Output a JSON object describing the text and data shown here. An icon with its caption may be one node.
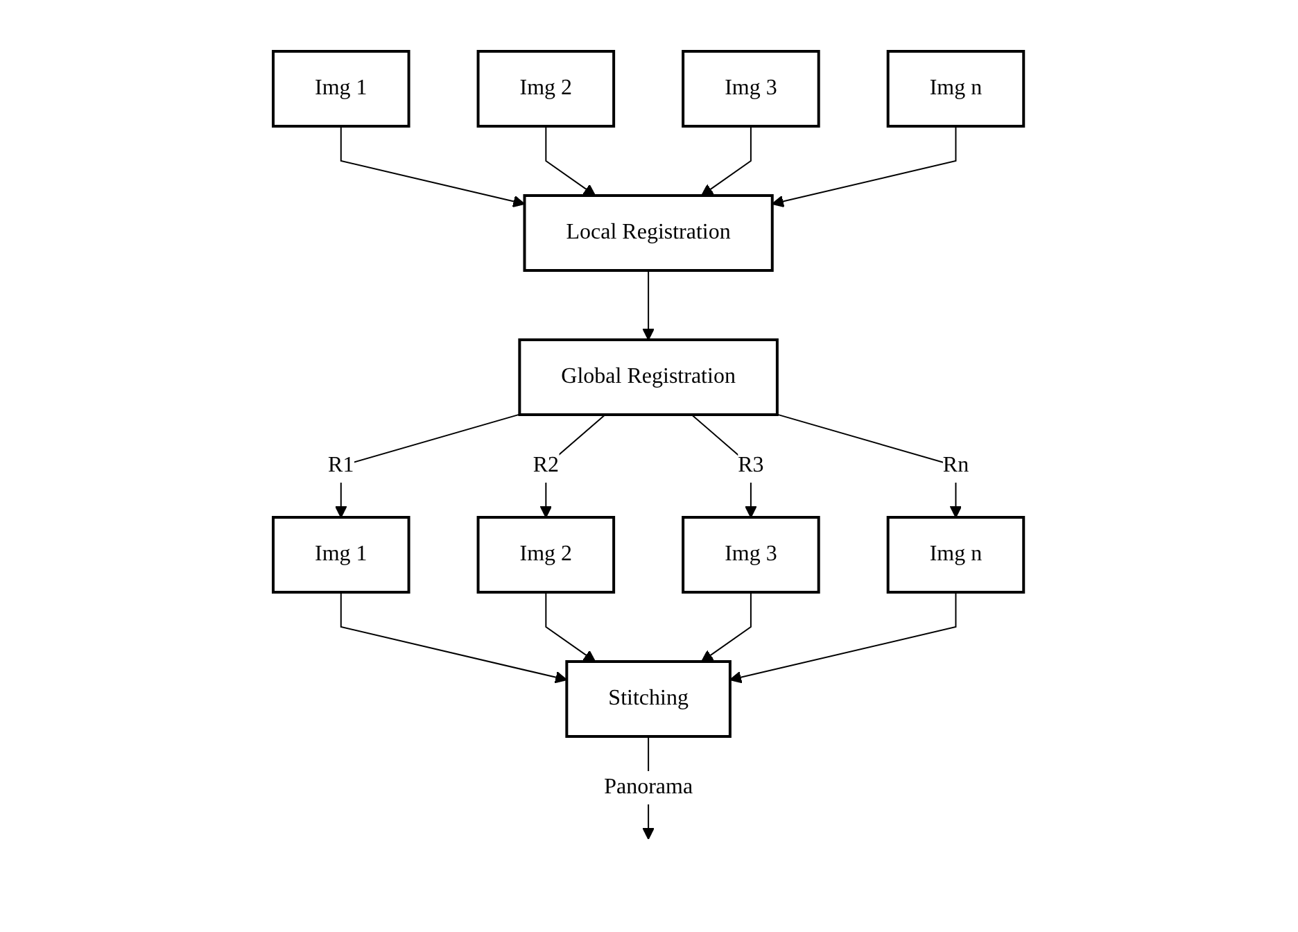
{
  "diagram": {
    "nodes": [
      {
        "text": [
          "Img 1"
        ]
      },
      {
        "text": [
          "Img 2"
        ]
      },
      {
        "text": [
          "Img 3"
        ]
      },
      {
        "text": [
          "Img n"
        ]
      },
      {
        "text": [
          "Local Registration"
        ]
      },
      {
        "text": [
          "Global Registration"
        ]
      },
      {
        "text": [
          "Img 1"
        ]
      },
      {
        "text": [
          "Img 2"
        ]
      },
      {
        "text": [
          "Img 3"
        ]
      },
      {
        "text": [
          "Img n"
        ]
      },
      {
        "text": [
          "Stitching"
        ]
      }
    ],
    "edges": [
      {
        "from": 0,
        "to": 4,
        "arrow": "to"
      },
      {
        "from": 1,
        "to": 4,
        "arrow": "to"
      },
      {
        "from": 2,
        "to": 4,
        "arrow": "to"
      },
      {
        "from": 3,
        "to": 4,
        "arrow": "to"
      },
      {
        "from": 4,
        "to": 5,
        "arrow": "to"
      },
      {
        "from": 5,
        "to": 6,
        "arrow": "to",
        "label": "R1"
      },
      {
        "from": 5,
        "to": 7,
        "arrow": "to",
        "label": "R2"
      },
      {
        "from": 5,
        "to": 8,
        "arrow": "to",
        "label": "R3"
      },
      {
        "from": 5,
        "to": 9,
        "arrow": "to",
        "label": "Rn"
      },
      {
        "from": 6,
        "to": 10,
        "arrow": "to"
      },
      {
        "from": 7,
        "to": 10,
        "arrow": "to"
      },
      {
        "from": 8,
        "to": 10,
        "arrow": "to"
      },
      {
        "from": 9,
        "to": 10,
        "arrow": "to"
      },
      {
        "from": 10,
        "to": null,
        "arrow": "to",
        "label": "Panorama"
      }
    ]
  }
}
